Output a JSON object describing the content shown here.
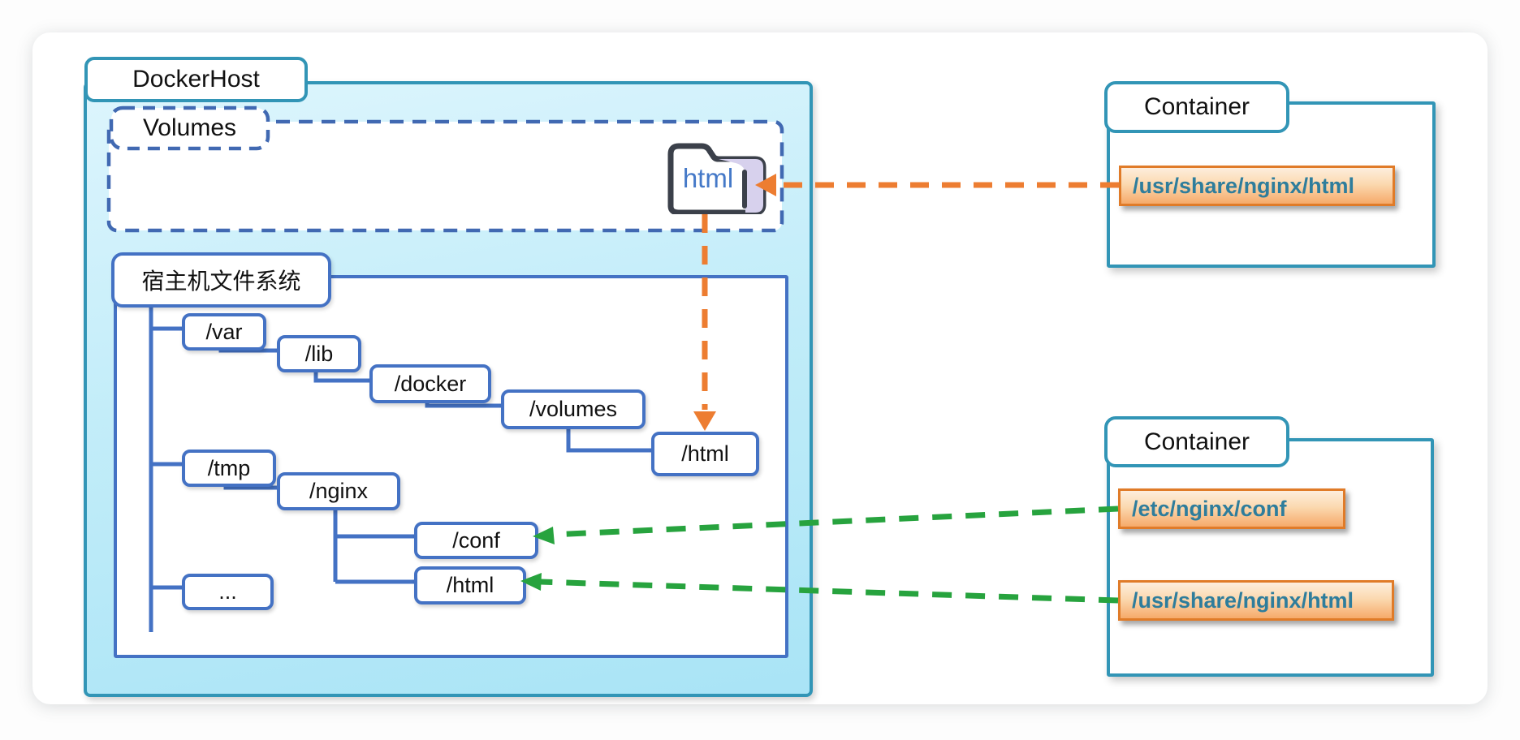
{
  "docker_host": {
    "label": "DockerHost",
    "volumes_section": {
      "label": "Volumes",
      "volume_folder_label": "html"
    },
    "host_fs": {
      "label": "宿主机文件系统",
      "tree_nodes": [
        {
          "id": "var",
          "label": "/var"
        },
        {
          "id": "lib",
          "label": "/lib"
        },
        {
          "id": "docker",
          "label": "/docker"
        },
        {
          "id": "volumes",
          "label": "/volumes"
        },
        {
          "id": "html_under_volumes",
          "label": "/html"
        },
        {
          "id": "tmp",
          "label": "/tmp"
        },
        {
          "id": "nginx",
          "label": "/nginx"
        },
        {
          "id": "conf",
          "label": "/conf"
        },
        {
          "id": "html_under_nginx",
          "label": "/html"
        },
        {
          "id": "ellipsis",
          "label": "..."
        }
      ]
    }
  },
  "containers": [
    {
      "label": "Container",
      "mounts": [
        {
          "path": "/usr/share/nginx/html"
        }
      ]
    },
    {
      "label": "Container",
      "mounts": [
        {
          "path": "/etc/nginx/conf"
        },
        {
          "path": "/usr/share/nginx/html"
        }
      ]
    }
  ],
  "colors": {
    "teal_border": "#3295b6",
    "tree_blue": "#4472c4",
    "volumes_dash_blue": "#4169b2",
    "orange_arrow": "#ed7d31",
    "green_arrow": "#27a33e",
    "mount_border": "#e07b28",
    "mount_text": "#2e7d9c",
    "host_fill": "#c3edf9",
    "folder_accent": "#d7d1ed"
  }
}
